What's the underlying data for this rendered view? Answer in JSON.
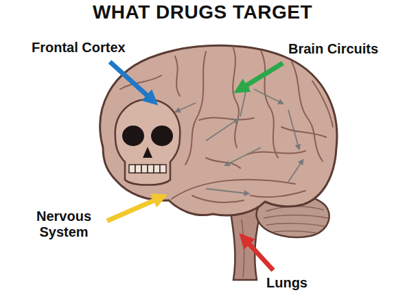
{
  "diagram": {
    "title": "WHAT DRUGS TARGET",
    "labels": [
      "Frontal Cortex",
      "Brain Circuits",
      "Nervous System",
      "Lungs"
    ]
  }
}
